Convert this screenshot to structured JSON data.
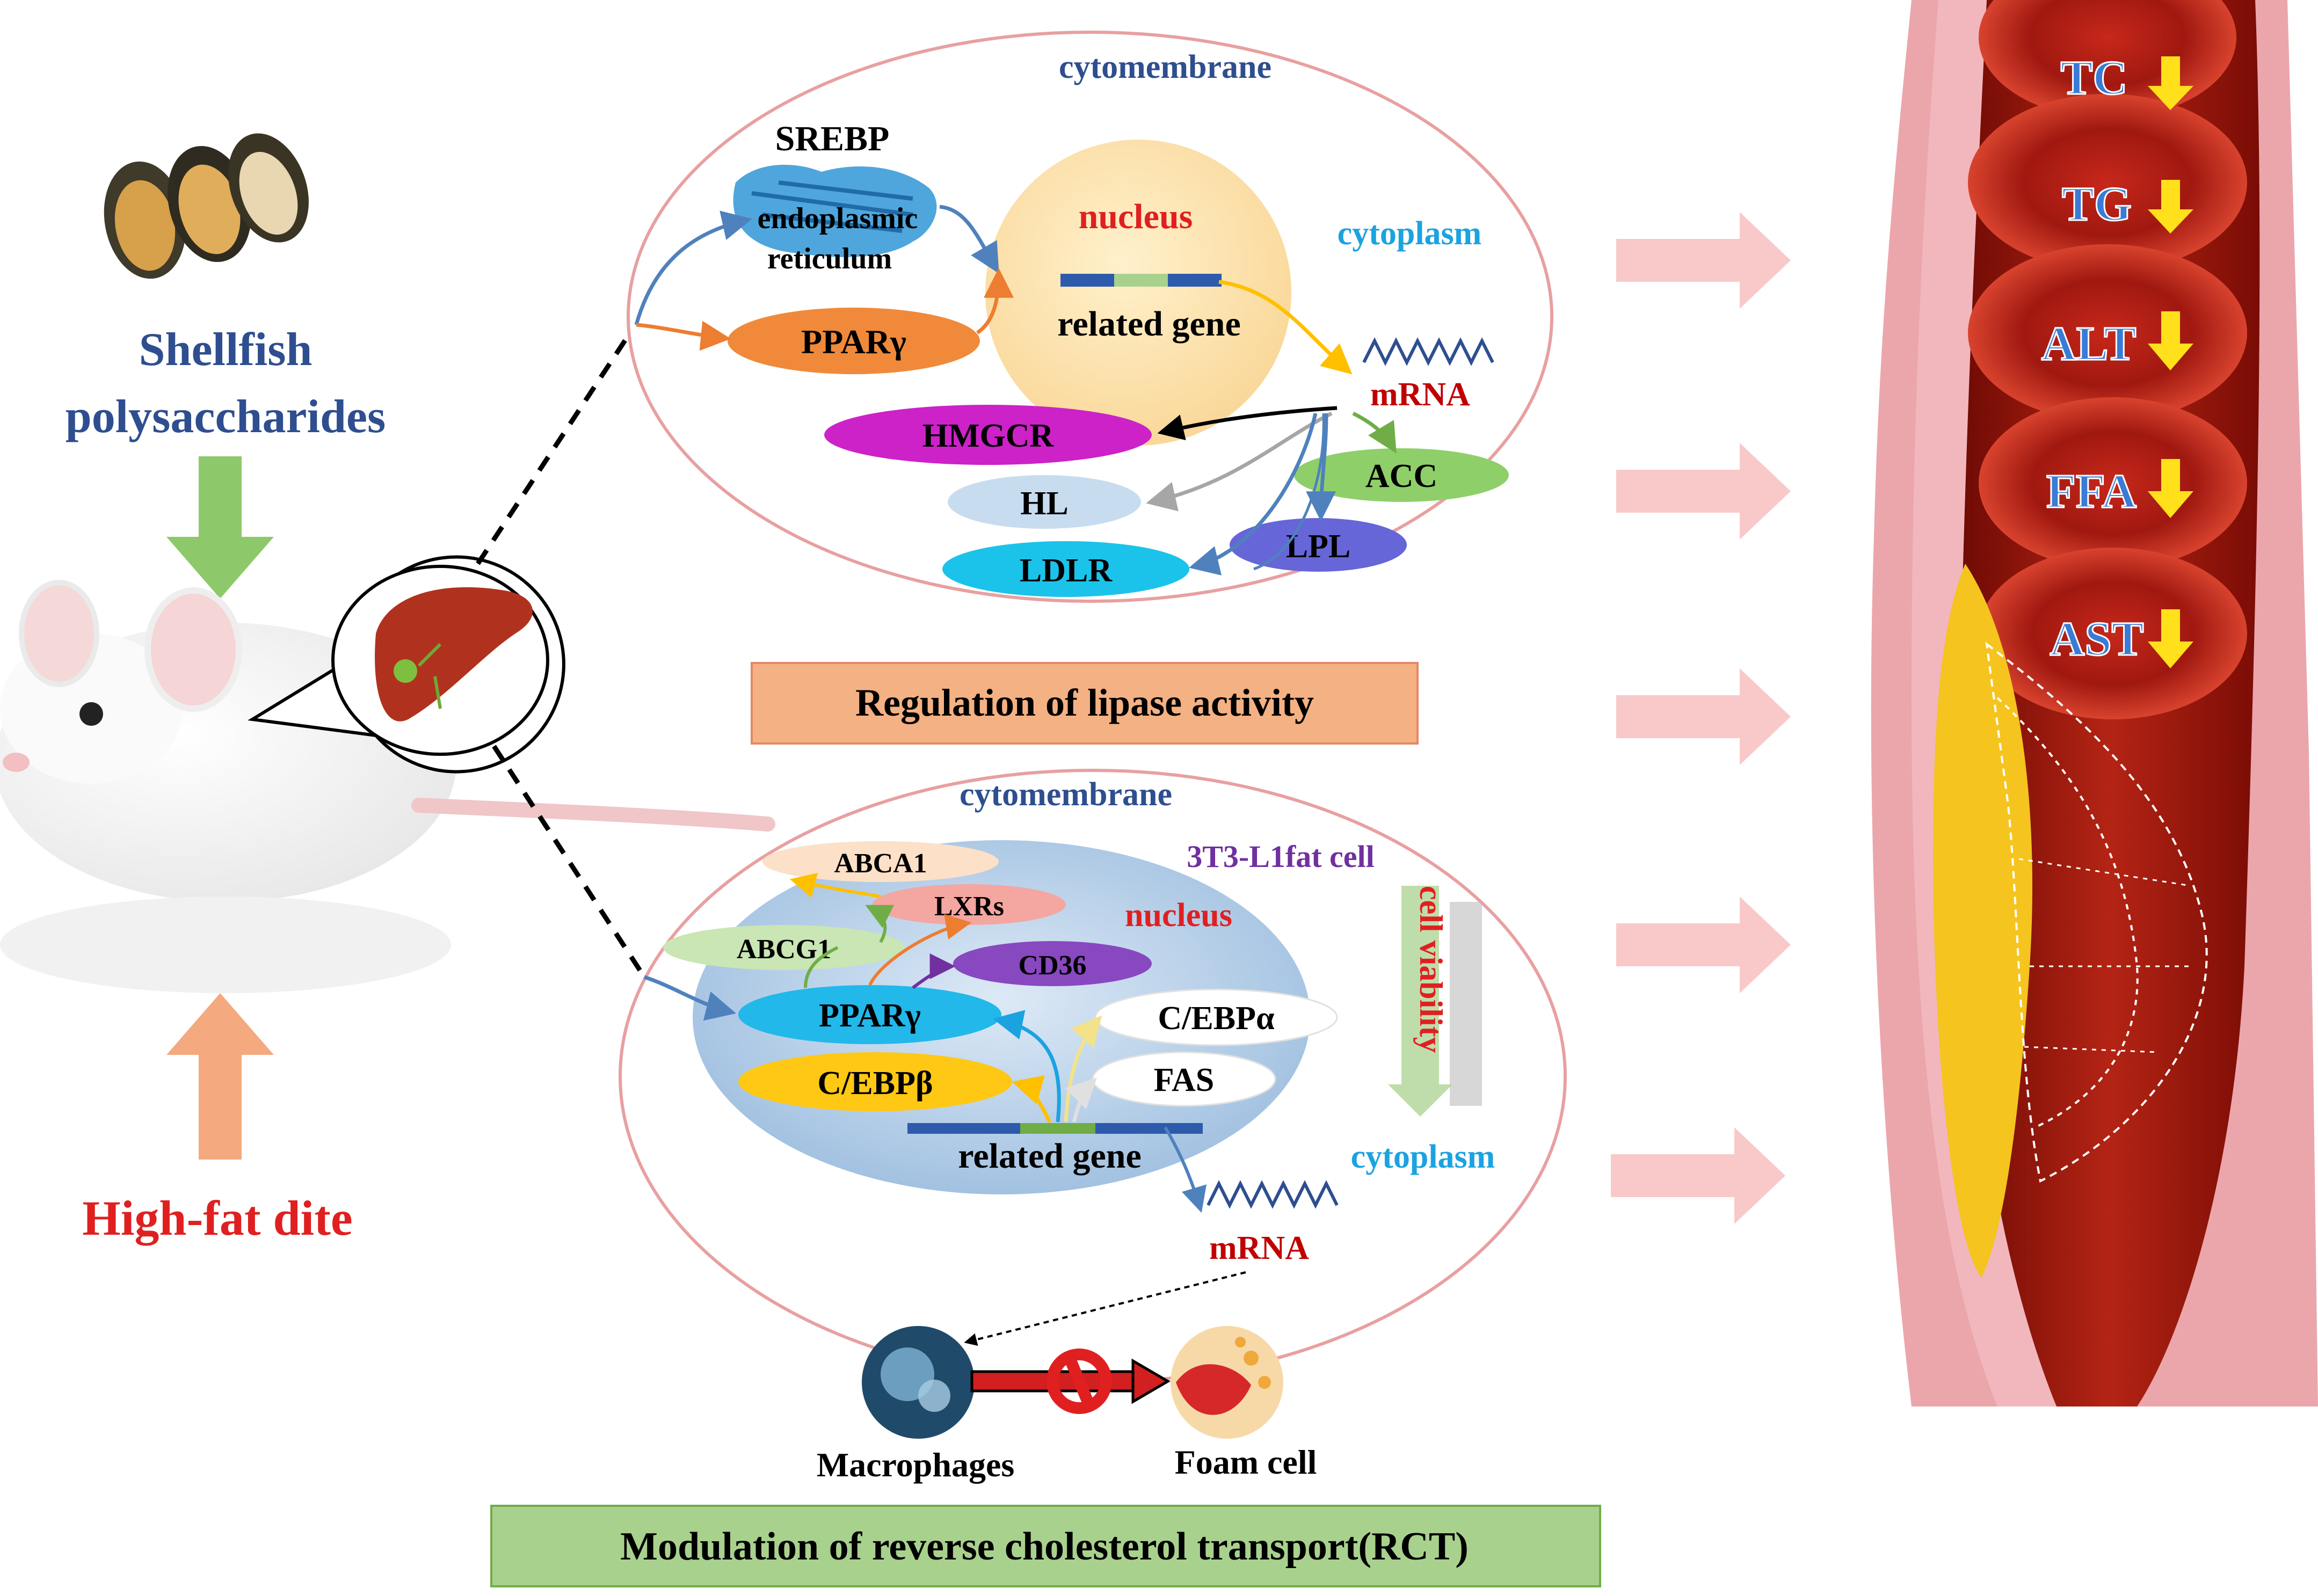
{
  "left": {
    "shellfish_label_line1": "Shellfish",
    "shellfish_label_line2": "polysaccharides",
    "highfat_label": "High-fat dite"
  },
  "top_cell": {
    "cytomembrane": "cytomembrane",
    "srebp": "SREBP",
    "er_line1": "endoplasmic",
    "er_line2": "reticulum",
    "nucleus": "nucleus",
    "cytoplasm": "cytoplasm",
    "pparg": "PPARγ",
    "related_gene": "related gene",
    "mrna": "mRNA",
    "hmgcr": "HMGCR",
    "acc": "ACC",
    "hl": "HL",
    "lpl": "LPL",
    "ldlr": "LDLR"
  },
  "regulation_box": "Regulation of lipase activity",
  "bottom_cell": {
    "cytomembrane": "cytomembrane",
    "fat_cell": "3T3-L1fat cell",
    "abca1": "ABCA1",
    "lxrs": "LXRs",
    "nucleus": "nucleus",
    "abcg1": "ABCG1",
    "cd36": "CD36",
    "pparg": "PPARγ",
    "cebpa": "C/EBPα",
    "cebpb": "C/EBPβ",
    "fas": "FAS",
    "cell_viability": "cell viability",
    "related_gene": "related gene",
    "cytoplasm": "cytoplasm",
    "mrna": "mRNA",
    "macrophages": "Macrophages",
    "foam_cell": "Foam cell"
  },
  "rct_box": "Modulation of reverse cholesterol transport(RCT)",
  "vessel": {
    "markers": [
      "TC",
      "TG",
      "ALT",
      "FFA",
      "AST"
    ]
  },
  "colors": {
    "title_blue": "#2E4E8F",
    "red_text": "#E02020",
    "cyan_text": "#1BA3E0",
    "purple_text": "#7030A0",
    "orange_box": "#F4B183",
    "green_box": "#A9D18E",
    "artery_red": "#A51A10",
    "vessel_wall": "#E8A1A6",
    "yellow_arrow": "#FFE01A",
    "pink_arrow": "#F9C9C9"
  }
}
